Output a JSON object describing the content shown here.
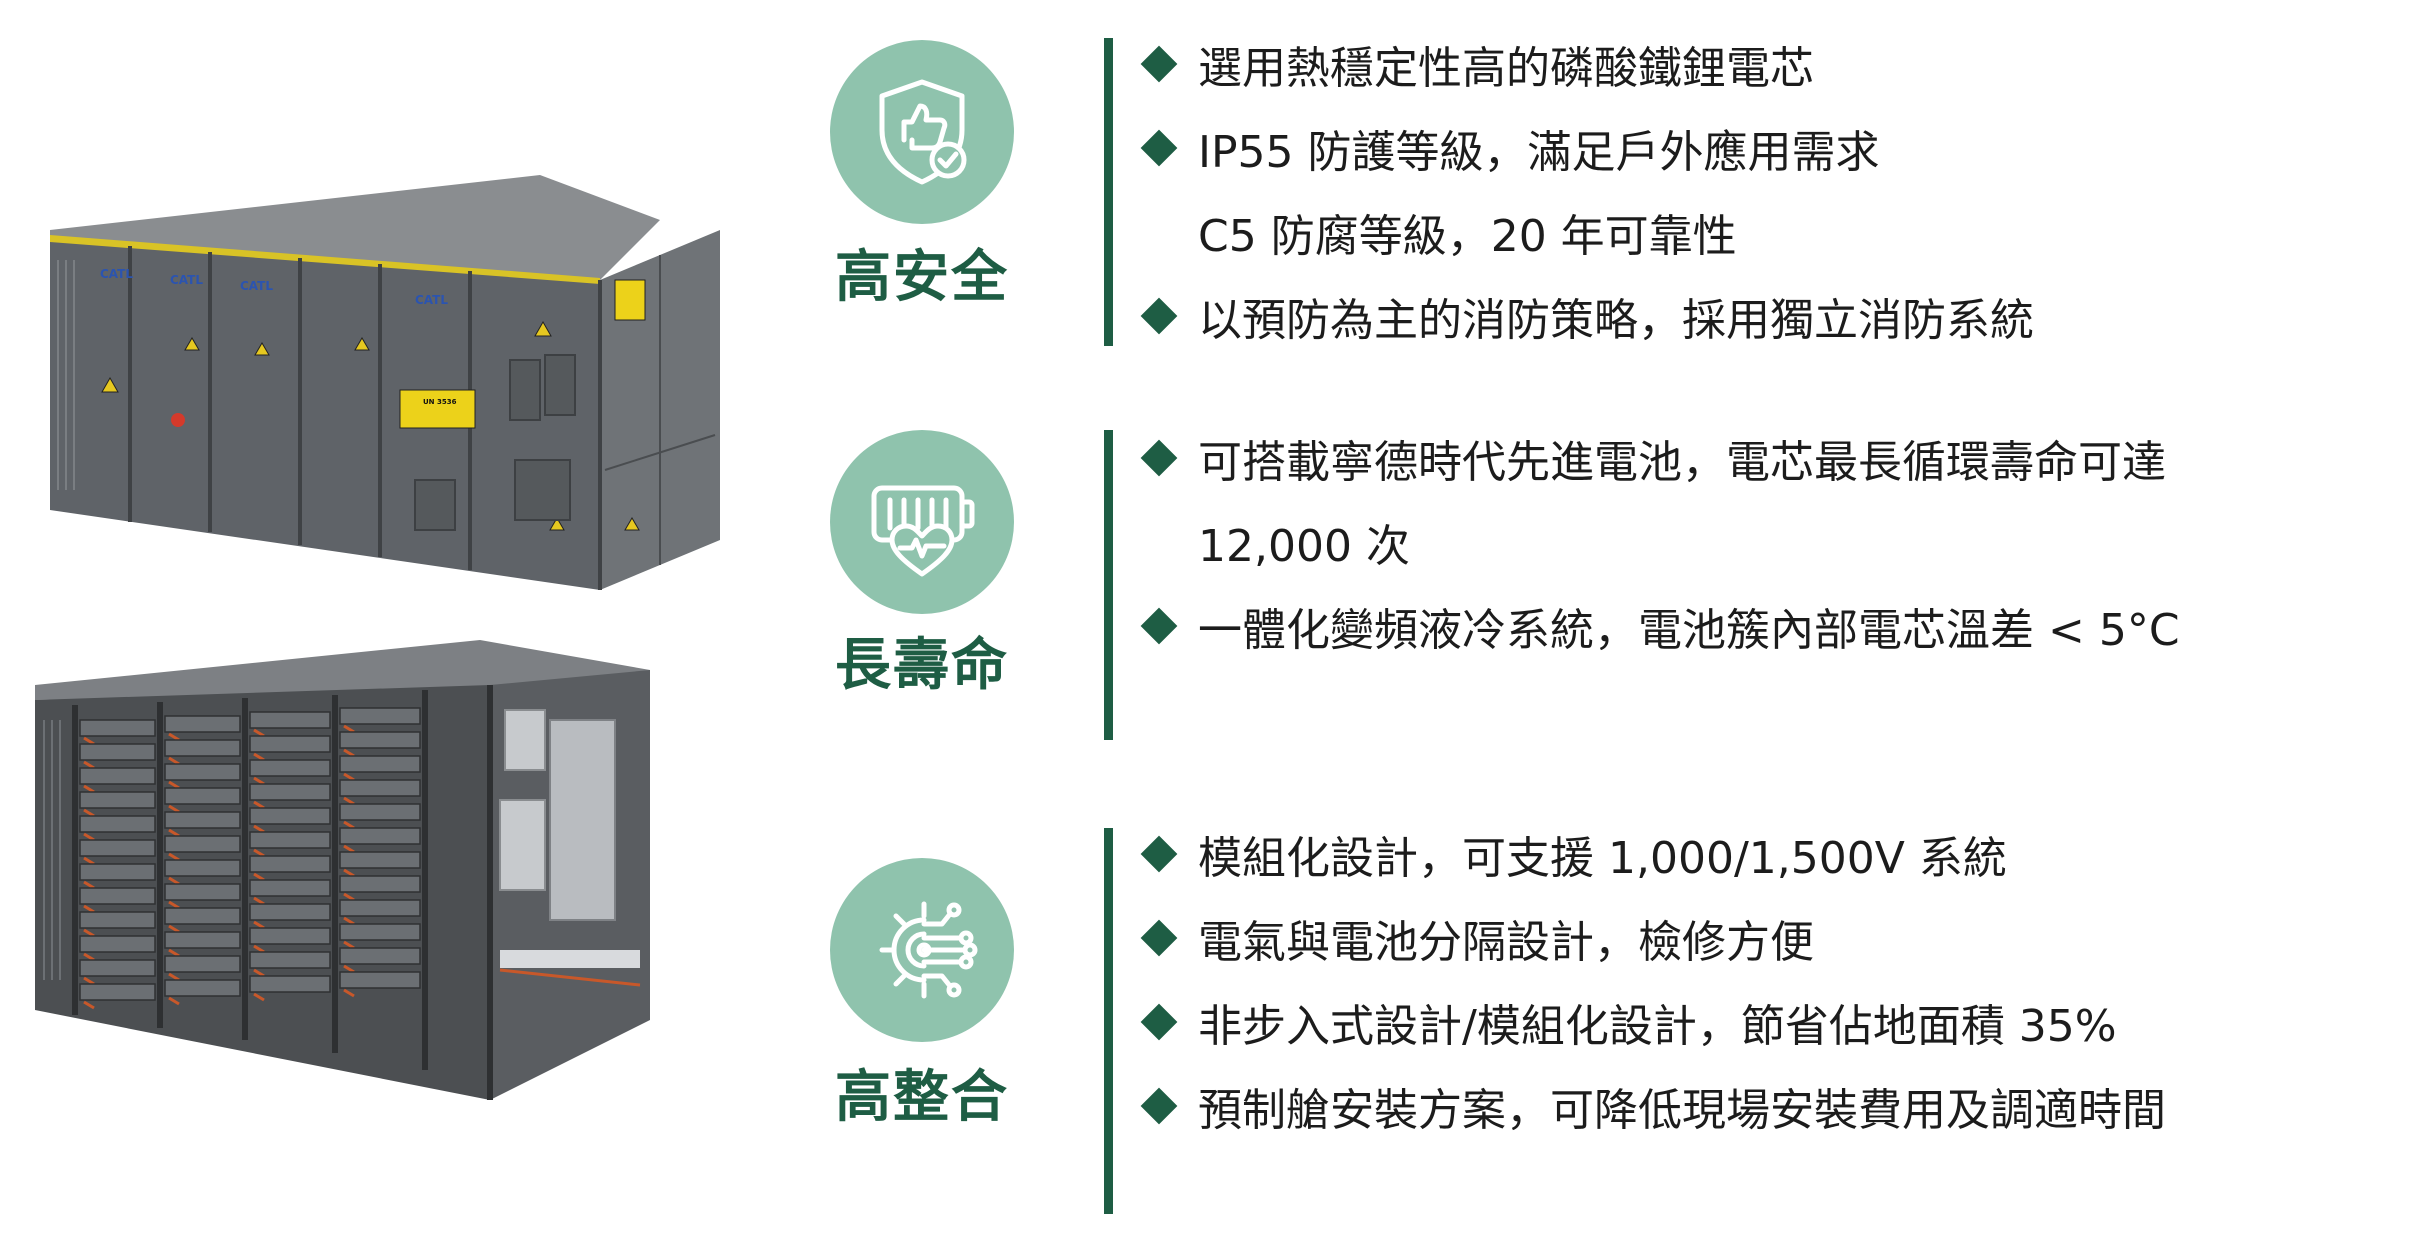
{
  "sections": [
    {
      "title": "高安全",
      "icon": "shield-thumbs-up-icon",
      "lines": [
        {
          "bullet": true,
          "text": "選用熱穩定性高的磷酸鐵鋰電芯"
        },
        {
          "bullet": true,
          "text": "IP55 防護等級，滿足戶外應用需求"
        },
        {
          "bullet": false,
          "text": "C5 防腐等級，20 年可靠性"
        },
        {
          "bullet": true,
          "text": "以預防為主的消防策略，採用獨立消防系統"
        }
      ]
    },
    {
      "title": "長壽命",
      "icon": "battery-heart-icon",
      "lines": [
        {
          "bullet": true,
          "text": "可搭載寧德時代先進電池，電芯最長循環壽命可達"
        },
        {
          "bullet": false,
          "text": "12,000 次"
        },
        {
          "bullet": true,
          "text": "一體化變頻液冷系統，電池簇內部電芯溫差 < 5°C"
        }
      ]
    },
    {
      "title": "高整合",
      "icon": "gear-circuit-icon",
      "lines": [
        {
          "bullet": true,
          "text": "模組化設計，可支援 1,000/1,500V 系統"
        },
        {
          "bullet": true,
          "text": "電氣與電池分隔設計，檢修方便"
        },
        {
          "bullet": true,
          "text": "非步入式設計/模組化設計，節省佔地面積 35%"
        },
        {
          "bullet": true,
          "text": "預制艙安裝方案，可降低現場安裝費用及調適時間"
        }
      ]
    }
  ],
  "container_labels": {
    "brand": "CATL",
    "un_label": "UN 3536"
  },
  "colors": {
    "accent": "#1e5d44",
    "icon_bg": "#8fc3ad",
    "container": "#5f6368",
    "battery_accent": "#c8582a"
  }
}
